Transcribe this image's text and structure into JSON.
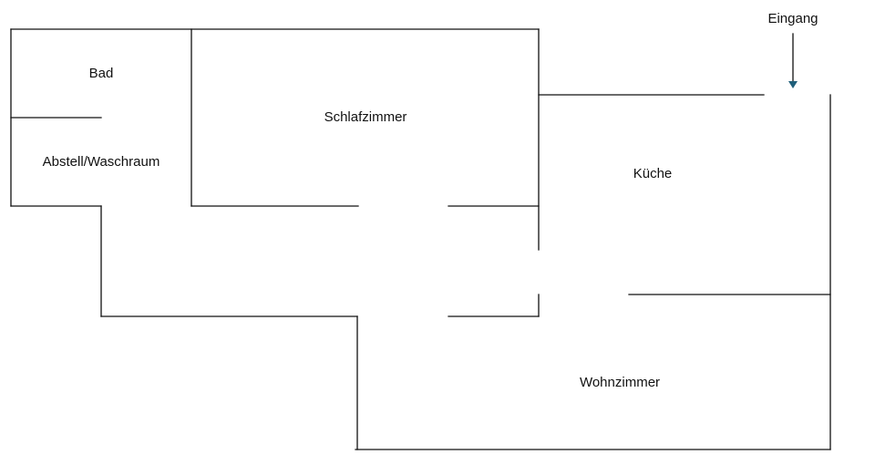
{
  "floorplan": {
    "rooms": {
      "bad": "Bad",
      "abstell": "Abstell/Waschraum",
      "schlafzimmer": "Schlafzimmer",
      "kueche": "Küche",
      "wohnzimmer": "Wohnzimmer"
    },
    "entrance": {
      "label": "Eingang",
      "arrow_icon": "arrow-down-icon",
      "arrow_color": "#1f5f7a"
    },
    "wall_color": "#111111"
  }
}
